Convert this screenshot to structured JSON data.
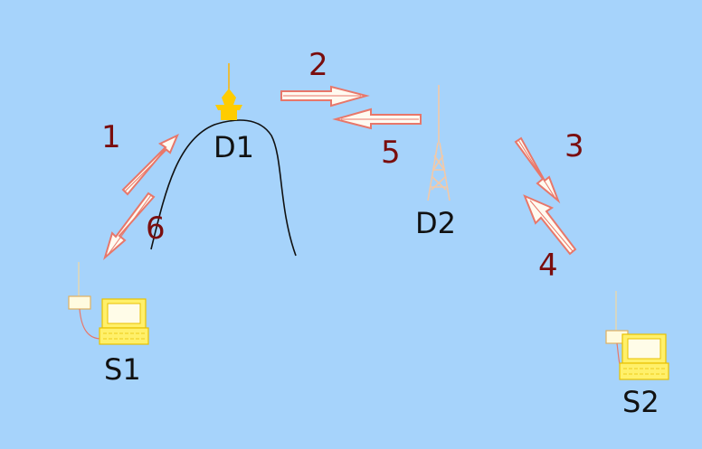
{
  "nodes": {
    "d1": "D1",
    "d2": "D2",
    "s1": "S1",
    "s2": "S2"
  },
  "steps": [
    "1",
    "2",
    "3",
    "4",
    "5",
    "6"
  ],
  "colors": {
    "background": "#a6d3fb",
    "arrow_stroke": "#e8776a",
    "step_number": "#7a0d0d",
    "computer": "#fff06a",
    "house": "#ffcc00",
    "tower": "#f3c9a7"
  }
}
